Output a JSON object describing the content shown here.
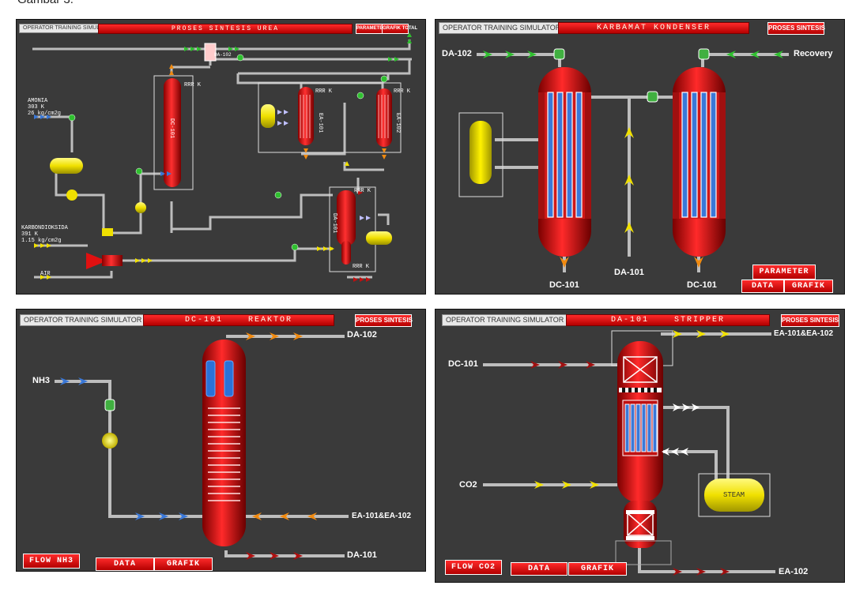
{
  "caption": "Gambar 3.",
  "panels": [
    {
      "id": "urea",
      "header": {
        "ots": "OPERATOR TRAINING SIMULATOR",
        "title": "PROSES SINTESIS UREA",
        "buttons": [
          "PARAMETER",
          "GRAFIK TOTAL"
        ]
      },
      "labels": {
        "ammonia": "AMONIA\n303 K\n26 kg/cm2g",
        "co2": "KARBONDIOKSIDA\n391 K\n1.15 kg/cm2g",
        "air": "AIR",
        "da102": "DA-102",
        "dc101": "DC-101",
        "ea101": "EA-101",
        "ea102": "EA-102",
        "da101": "DA-101",
        "temp": "RRR K"
      }
    },
    {
      "id": "kondenser",
      "header": {
        "ots": "OPERATOR TRAINING SIMULATOR",
        "title": "KARBAMAT KONDENSER",
        "buttons": [
          "PROSES SINTESIS"
        ]
      },
      "labels": {
        "da102": "DA-102",
        "recovery": "Recovery",
        "dc101_left": "DC-101",
        "da101": "DA-101",
        "dc101_right": "DC-101"
      },
      "buttons": {
        "parameter": "PARAMETER",
        "data": "DATA",
        "grafik": "GRAFIK"
      }
    },
    {
      "id": "reaktor",
      "header": {
        "ots": "OPERATOR TRAINING SIMULATOR",
        "title": "DC-101    REAKTOR",
        "buttons": [
          "PROSES SINTESIS"
        ]
      },
      "labels": {
        "nh3": "NH3",
        "da102": "DA-102",
        "ea": "EA-101&EA-102",
        "da101": "DA-101"
      },
      "buttons": {
        "flow": "FLOW NH3",
        "data": "DATA",
        "grafik": "GRAFIK"
      }
    },
    {
      "id": "stripper",
      "header": {
        "ots": "OPERATOR TRAINING SIMULATOR",
        "title": "DA-101    STRIPPER",
        "buttons": [
          "PROSES SINTESIS"
        ]
      },
      "labels": {
        "dc101": "DC-101",
        "co2": "CO2",
        "ea_top": "EA-101&EA-102",
        "ea102": "EA-102",
        "steam": "STEAM"
      },
      "buttons": {
        "flow": "FLOW CO2",
        "data": "DATA",
        "grafik": "GRAFIK"
      }
    }
  ],
  "colors": {
    "pipe": "#bdbdbd",
    "vessel": "#e01010",
    "yellow": "#f0e000",
    "blue": "#3a78d8",
    "green": "#30c030",
    "orange": "#f08a10",
    "panel": "#3a3a3a"
  }
}
